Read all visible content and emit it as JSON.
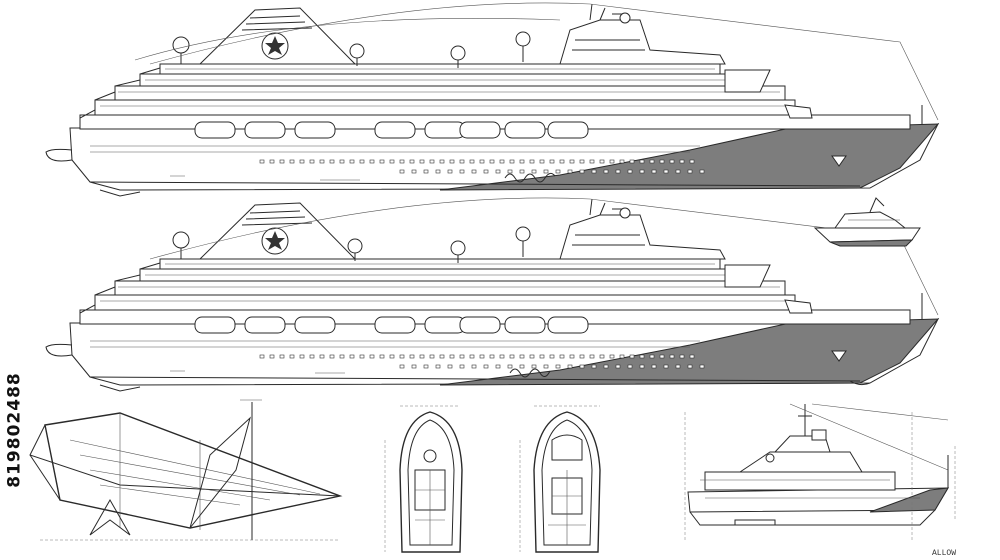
{
  "sheet": {
    "stock_id": "819802488",
    "corner_mark": "ALLOW",
    "background": "#ffffff",
    "line_color": "#2a2a2a",
    "hull_shade": "#7d7d7d"
  },
  "drawings": [
    {
      "name": "cruise-ship-profile-upper"
    },
    {
      "name": "cruise-ship-profile-lower"
    },
    {
      "name": "small-yacht-side-view"
    },
    {
      "name": "hull-lines-perspective"
    },
    {
      "name": "boat-plan-view-1"
    },
    {
      "name": "boat-plan-view-2"
    },
    {
      "name": "small-ship-elevation"
    }
  ]
}
